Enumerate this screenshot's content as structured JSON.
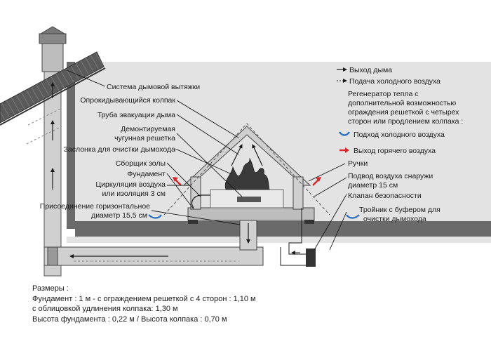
{
  "labels": {
    "smoke_system": "Система дымовой вытяжки",
    "tilting_hood": "Опрокидывающийся колпак",
    "smoke_pipe": "Труба эвакуации дыма",
    "grate_1": "Демонтируемая",
    "grate_2": "чугунная решетка",
    "damper": "Заслонка для очистки дымохода",
    "ash_collector": "Сборщик золы",
    "foundation": "Фундамент",
    "air_circ_1": "Циркуляция воздуха",
    "air_circ_2": "или изоляция 3 см",
    "horiz_1": "Присоединение горизонтальное",
    "horiz_2": "диаметр 15,5 см",
    "handles": "Ручки",
    "outside_air_1": "Подвод воздуха снаружи",
    "outside_air_2": "диаметр 15 см",
    "safety_valve": "Клапан безопасности",
    "tee_1": "Тройник с буфером для",
    "tee_2": "очистки дымохода"
  },
  "legend": {
    "smoke_out": "Выход дыма",
    "cold_in": "Подача холодного воздуха",
    "regen_1": "Регенератор тепла с",
    "regen_2": "дополнительной возможностью",
    "regen_3": "ограждения решеткой с четырех",
    "regen_4": "сторон или продлением колпака :",
    "cold_air_in": "Подход холодного воздуха",
    "hot_air_out": "Выход горячего воздуха"
  },
  "dimensions": {
    "title": "Размеры :",
    "line1": "Фундамент : 1 м - с ограждением решеткой с 4 сторон : 1,10 м",
    "line2": "с облицовкой удлинения колпака: 1,30 м",
    "line3": "Высота фундамента : 0,22 м / Высота колпака : 0,70 м"
  },
  "colors": {
    "background_panel": "#e3e3e3",
    "wall": "#6a6a6a",
    "roof": "#555555",
    "pipe": "#cfcfcf",
    "cold_arrow": "#2a70c0",
    "hot_arrow": "#d42a2a"
  }
}
